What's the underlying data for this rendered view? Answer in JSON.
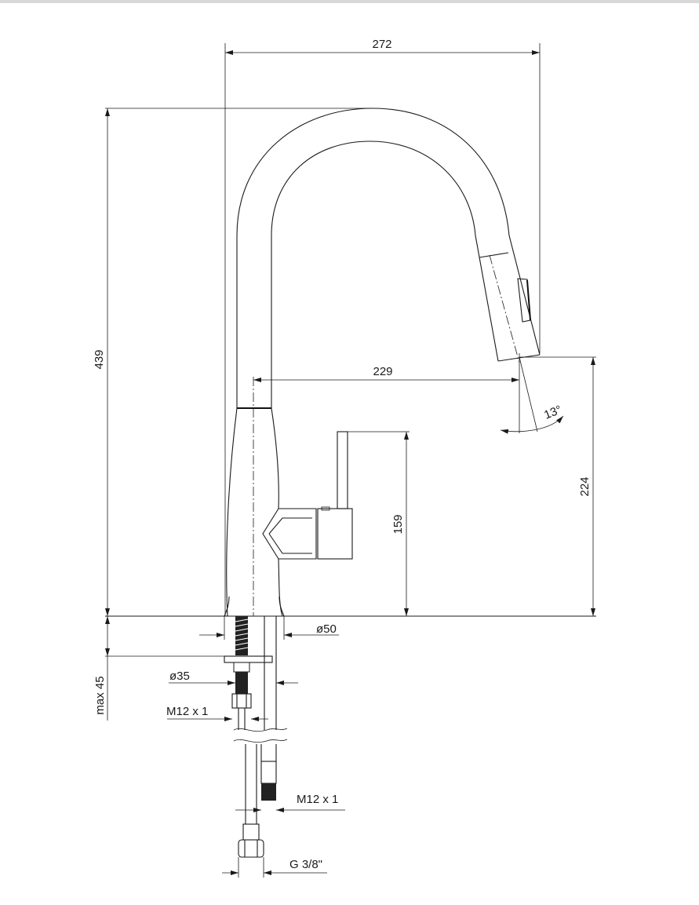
{
  "dimensions": {
    "total_width": "272",
    "total_height": "439",
    "spout_reach": "229",
    "spray_height": "224",
    "lever_height": "159",
    "spray_angle": "13°",
    "base_diameter": "ø50",
    "mounting_hole": "ø35",
    "max_thickness": "max 45",
    "thread_upper": "M12 x 1",
    "thread_lower": "M12 x 1",
    "hose_connection": "G 3/8\""
  }
}
